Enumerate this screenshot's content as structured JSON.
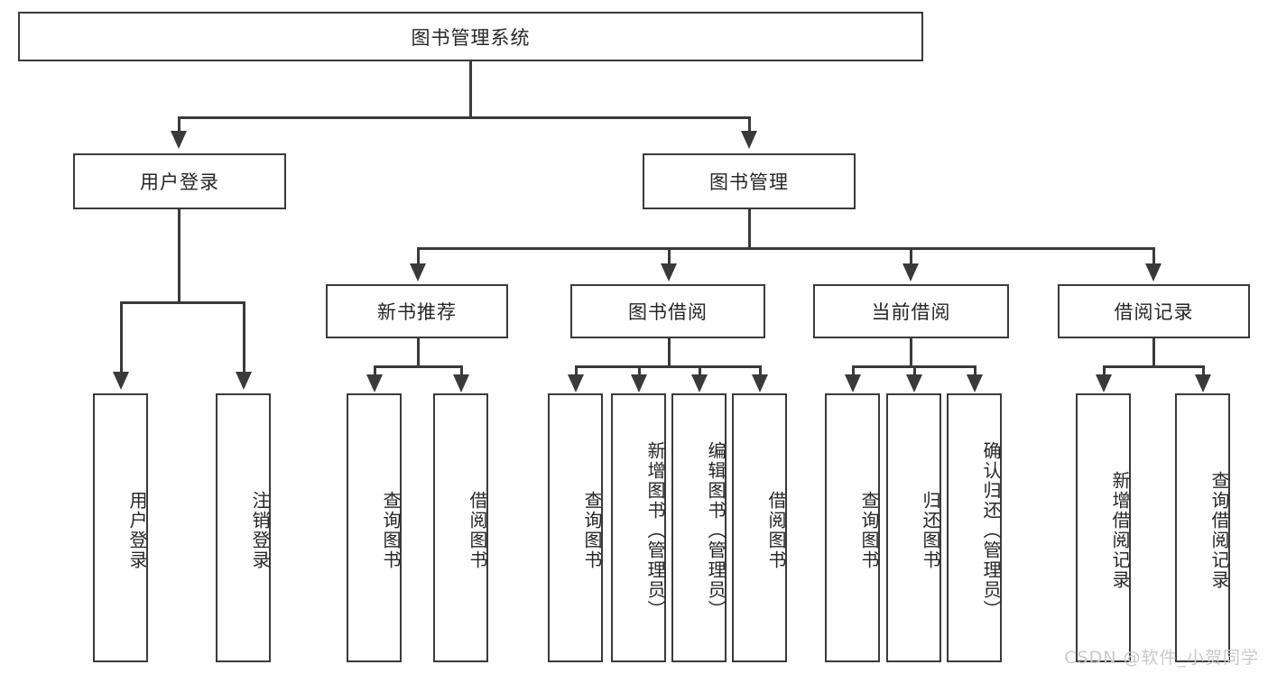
{
  "diagram": {
    "title": "图书管理系统",
    "type": "tree",
    "root": {
      "label": "图书管理系统"
    },
    "level1": [
      {
        "label": "用户登录"
      },
      {
        "label": "图书管理"
      }
    ],
    "level2": [
      {
        "label": "新书推荐"
      },
      {
        "label": "图书借阅"
      },
      {
        "label": "当前借阅"
      },
      {
        "label": "借阅记录"
      }
    ],
    "leaves": {
      "user_login": [
        {
          "label": "用户登录"
        },
        {
          "label": "注销登录"
        }
      ],
      "new_book_recommend": [
        {
          "label": "查询图书"
        },
        {
          "label": "借阅图书"
        }
      ],
      "book_borrow": [
        {
          "label": "查询图书"
        },
        {
          "label": "新增图书（管理员）"
        },
        {
          "label": "编辑图书（管理员）"
        },
        {
          "label": "借阅图书"
        }
      ],
      "current_borrow": [
        {
          "label": "查询图书"
        },
        {
          "label": "归还图书"
        },
        {
          "label": "确认归还（管理员）"
        }
      ],
      "borrow_record": [
        {
          "label": "新增借阅记录"
        },
        {
          "label": "查询借阅记录"
        }
      ]
    }
  },
  "watermark": {
    "text": "CSDN @软件_小贺同学"
  },
  "colors": {
    "stroke": "#3a3a3a",
    "text": "#262626",
    "background": "#ffffff",
    "watermark": "#c9c9c9"
  }
}
